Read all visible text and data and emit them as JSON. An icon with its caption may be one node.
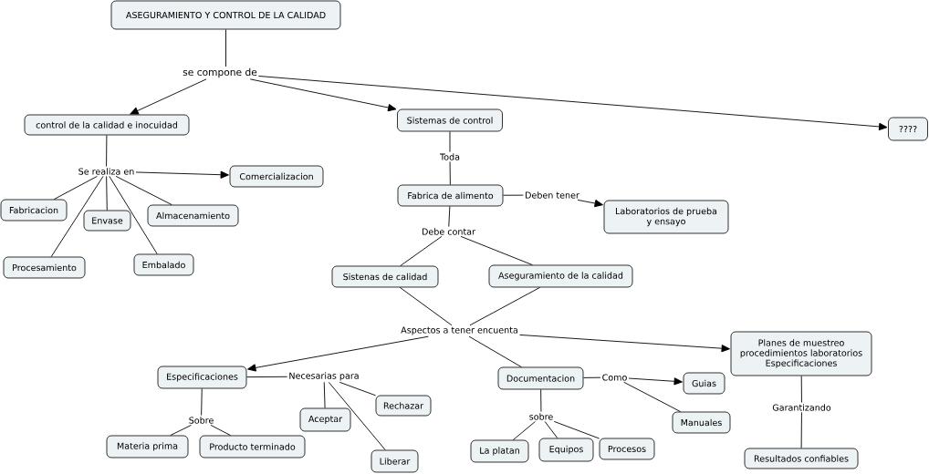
{
  "diagram": {
    "nodes": [
      {
        "text": [
          "ASEGURAMIENTO Y CONTROL DE LA CALIDAD"
        ]
      },
      {
        "text": [
          "se compone de"
        ]
      },
      {
        "text": [
          "control de la calidad e inocuidad"
        ]
      },
      {
        "text": [
          "Sistemas de control"
        ]
      },
      {
        "text": [
          "????"
        ]
      },
      {
        "text": [
          "Se realiza en"
        ]
      },
      {
        "text": [
          "Comercializacion"
        ]
      },
      {
        "text": [
          "Fabricacion"
        ]
      },
      {
        "text": [
          "Envase"
        ]
      },
      {
        "text": [
          "Almacenamiento"
        ]
      },
      {
        "text": [
          "Procesamiento"
        ]
      },
      {
        "text": [
          "Embalado"
        ]
      },
      {
        "text": [
          "Toda"
        ]
      },
      {
        "text": [
          "Fabrica de alimento"
        ]
      },
      {
        "text": [
          "Deben tener"
        ]
      },
      {
        "text": [
          "Laboratorios de prueba y ensayo"
        ]
      },
      {
        "text": [
          "Debe contar"
        ]
      },
      {
        "text": [
          "Sistenas de calidad"
        ]
      },
      {
        "text": [
          "Aseguramiento de la calidad"
        ]
      },
      {
        "text": [
          "Aspectos a tener encuenta"
        ]
      },
      {
        "text": [
          "Especificaciones"
        ]
      },
      {
        "text": [
          "Necesarias para"
        ]
      },
      {
        "text": [
          "Rechazar"
        ]
      },
      {
        "text": [
          "Aceptar"
        ]
      },
      {
        "text": [
          "Liberar"
        ]
      },
      {
        "text": [
          "Sobre"
        ]
      },
      {
        "text": [
          "Materia prima"
        ]
      },
      {
        "text": [
          "Producto terminado"
        ]
      },
      {
        "text": [
          "Documentacion"
        ]
      },
      {
        "text": [
          "Como"
        ]
      },
      {
        "text": [
          "Guias"
        ]
      },
      {
        "text": [
          "Manuales"
        ]
      },
      {
        "text": [
          "sobre"
        ]
      },
      {
        "text": [
          "La platan"
        ]
      },
      {
        "text": [
          "Equipos"
        ]
      },
      {
        "text": [
          "Procesos"
        ]
      },
      {
        "text": [
          "Planes de muestreo procedimientos laboratorios Especificaciones"
        ]
      },
      {
        "text": [
          "Garantizando"
        ]
      },
      {
        "text": [
          "Resultados confiables"
        ]
      }
    ],
    "edges": [
      {
        "from": 0,
        "to": 1,
        "arrow": "none"
      },
      {
        "from": 1,
        "to": 2,
        "arrow": "to"
      },
      {
        "from": 1,
        "to": 3,
        "arrow": "to"
      },
      {
        "from": 1,
        "to": 4,
        "arrow": "to"
      },
      {
        "from": 2,
        "to": 5,
        "arrow": "none"
      },
      {
        "from": 5,
        "to": 6,
        "arrow": "to"
      },
      {
        "from": 5,
        "to": 7,
        "arrow": "none"
      },
      {
        "from": 5,
        "to": 8,
        "arrow": "none"
      },
      {
        "from": 5,
        "to": 9,
        "arrow": "none"
      },
      {
        "from": 5,
        "to": 10,
        "arrow": "none"
      },
      {
        "from": 5,
        "to": 11,
        "arrow": "none"
      },
      {
        "from": 3,
        "to": 12,
        "arrow": "none"
      },
      {
        "from": 12,
        "to": 13,
        "arrow": "none"
      },
      {
        "from": 13,
        "to": 14,
        "arrow": "none"
      },
      {
        "from": 14,
        "to": 15,
        "arrow": "to"
      },
      {
        "from": 13,
        "to": 16,
        "arrow": "none"
      },
      {
        "from": 16,
        "to": 17,
        "arrow": "none"
      },
      {
        "from": 16,
        "to": 18,
        "arrow": "none"
      },
      {
        "from": 17,
        "to": 19,
        "arrow": "none"
      },
      {
        "from": 18,
        "to": 19,
        "arrow": "none"
      },
      {
        "from": 19,
        "to": 20,
        "arrow": "to"
      },
      {
        "from": 19,
        "to": 28,
        "arrow": "none"
      },
      {
        "from": 19,
        "to": 36,
        "arrow": "to"
      },
      {
        "from": 20,
        "to": 21,
        "arrow": "none"
      },
      {
        "from": 21,
        "to": 22,
        "arrow": "none"
      },
      {
        "from": 21,
        "to": 23,
        "arrow": "none"
      },
      {
        "from": 21,
        "to": 24,
        "arrow": "none"
      },
      {
        "from": 20,
        "to": 25,
        "arrow": "none"
      },
      {
        "from": 25,
        "to": 26,
        "arrow": "none"
      },
      {
        "from": 25,
        "to": 27,
        "arrow": "none"
      },
      {
        "from": 28,
        "to": 29,
        "arrow": "none"
      },
      {
        "from": 29,
        "to": 30,
        "arrow": "to"
      },
      {
        "from": 29,
        "to": 31,
        "arrow": "none"
      },
      {
        "from": 28,
        "to": 32,
        "arrow": "none"
      },
      {
        "from": 32,
        "to": 33,
        "arrow": "none"
      },
      {
        "from": 32,
        "to": 34,
        "arrow": "none"
      },
      {
        "from": 32,
        "to": 35,
        "arrow": "none"
      },
      {
        "from": 36,
        "to": 37,
        "arrow": "none"
      },
      {
        "from": 37,
        "to": 38,
        "arrow": "none"
      }
    ]
  }
}
